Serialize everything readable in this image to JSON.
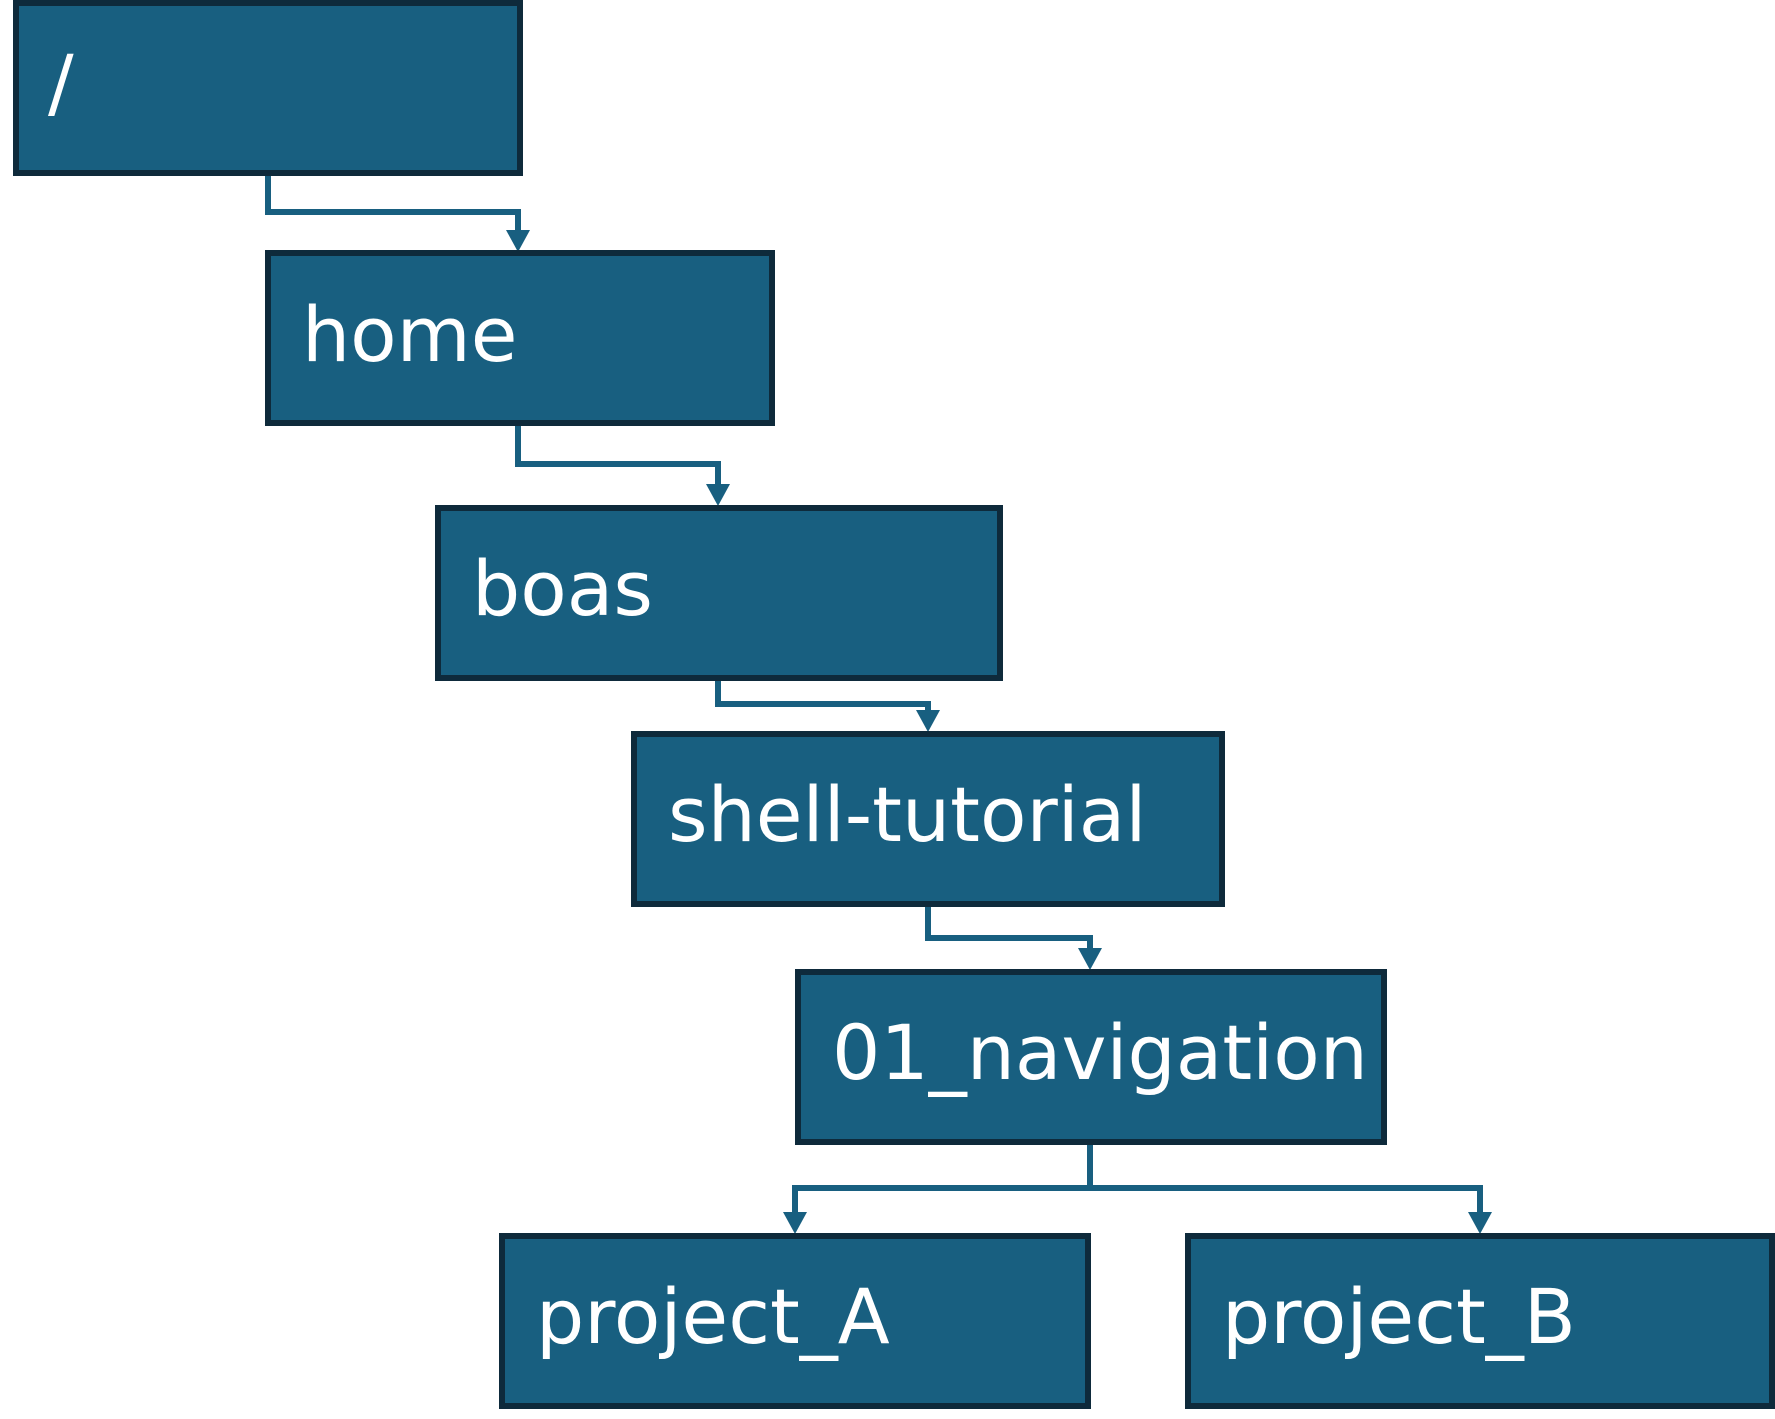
{
  "diagram": {
    "type": "directory-tree",
    "nodes": [
      {
        "id": "root",
        "label": "/"
      },
      {
        "id": "home",
        "label": "home"
      },
      {
        "id": "boas",
        "label": "boas"
      },
      {
        "id": "shell-tutorial",
        "label": "shell-tutorial"
      },
      {
        "id": "navigation",
        "label": "01_navigation"
      },
      {
        "id": "project-a",
        "label": "project_A"
      },
      {
        "id": "project-b",
        "label": "project_B"
      }
    ],
    "edges": [
      {
        "from": "root",
        "to": "home"
      },
      {
        "from": "home",
        "to": "boas"
      },
      {
        "from": "boas",
        "to": "shell-tutorial"
      },
      {
        "from": "shell-tutorial",
        "to": "navigation"
      },
      {
        "from": "navigation",
        "to": "project-a"
      },
      {
        "from": "navigation",
        "to": "project-b"
      }
    ],
    "colors": {
      "box_fill": "#185f80",
      "box_border": "#0e2a3b",
      "connector": "#185f80",
      "label": "#ffffff"
    }
  }
}
